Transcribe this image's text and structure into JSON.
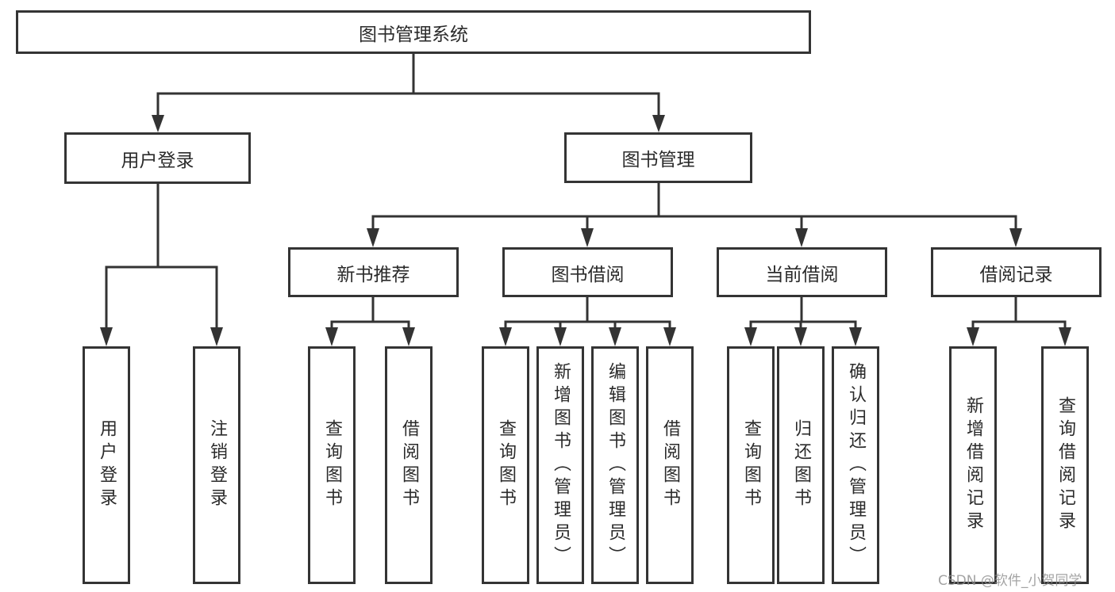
{
  "diagram": {
    "type": "hierarchy-tree",
    "title": "图书管理系统"
  },
  "colors": {
    "line": "#333333",
    "border": "#343434",
    "text": "#2b2b2b",
    "box_background": "#ffffff",
    "watermark": "#8c8c8c"
  },
  "nodes": {
    "root": {
      "label": "图书管理系统"
    },
    "level2": [
      {
        "label": "用户登录",
        "parent": "图书管理系统"
      },
      {
        "label": "图书管理",
        "parent": "图书管理系统"
      }
    ],
    "level3": [
      {
        "label": "新书推荐",
        "parent": "图书管理"
      },
      {
        "label": "图书借阅",
        "parent": "图书管理"
      },
      {
        "label": "当前借阅",
        "parent": "图书管理"
      },
      {
        "label": "借阅记录",
        "parent": "图书管理"
      }
    ],
    "leaves": [
      {
        "label": "用户登录",
        "parent": "用户登录"
      },
      {
        "label": "注销登录",
        "parent": "用户登录"
      },
      {
        "label": "查询图书",
        "parent": "新书推荐"
      },
      {
        "label": "借阅图书",
        "parent": "新书推荐"
      },
      {
        "label": "查询图书",
        "parent": "图书借阅"
      },
      {
        "label": "新增图书（管理员）",
        "parent": "图书借阅"
      },
      {
        "label": "编辑图书（管理员）",
        "parent": "图书借阅"
      },
      {
        "label": "借阅图书",
        "parent": "图书借阅"
      },
      {
        "label": "查询图书",
        "parent": "当前借阅"
      },
      {
        "label": "归还图书",
        "parent": "当前借阅"
      },
      {
        "label": "确认归还（管理员）",
        "parent": "当前借阅"
      },
      {
        "label": "新增借阅记录",
        "parent": "借阅记录"
      },
      {
        "label": "查询借阅记录",
        "parent": "借阅记录"
      }
    ]
  },
  "watermark": {
    "text": "CSDN @软件_小贺同学"
  }
}
